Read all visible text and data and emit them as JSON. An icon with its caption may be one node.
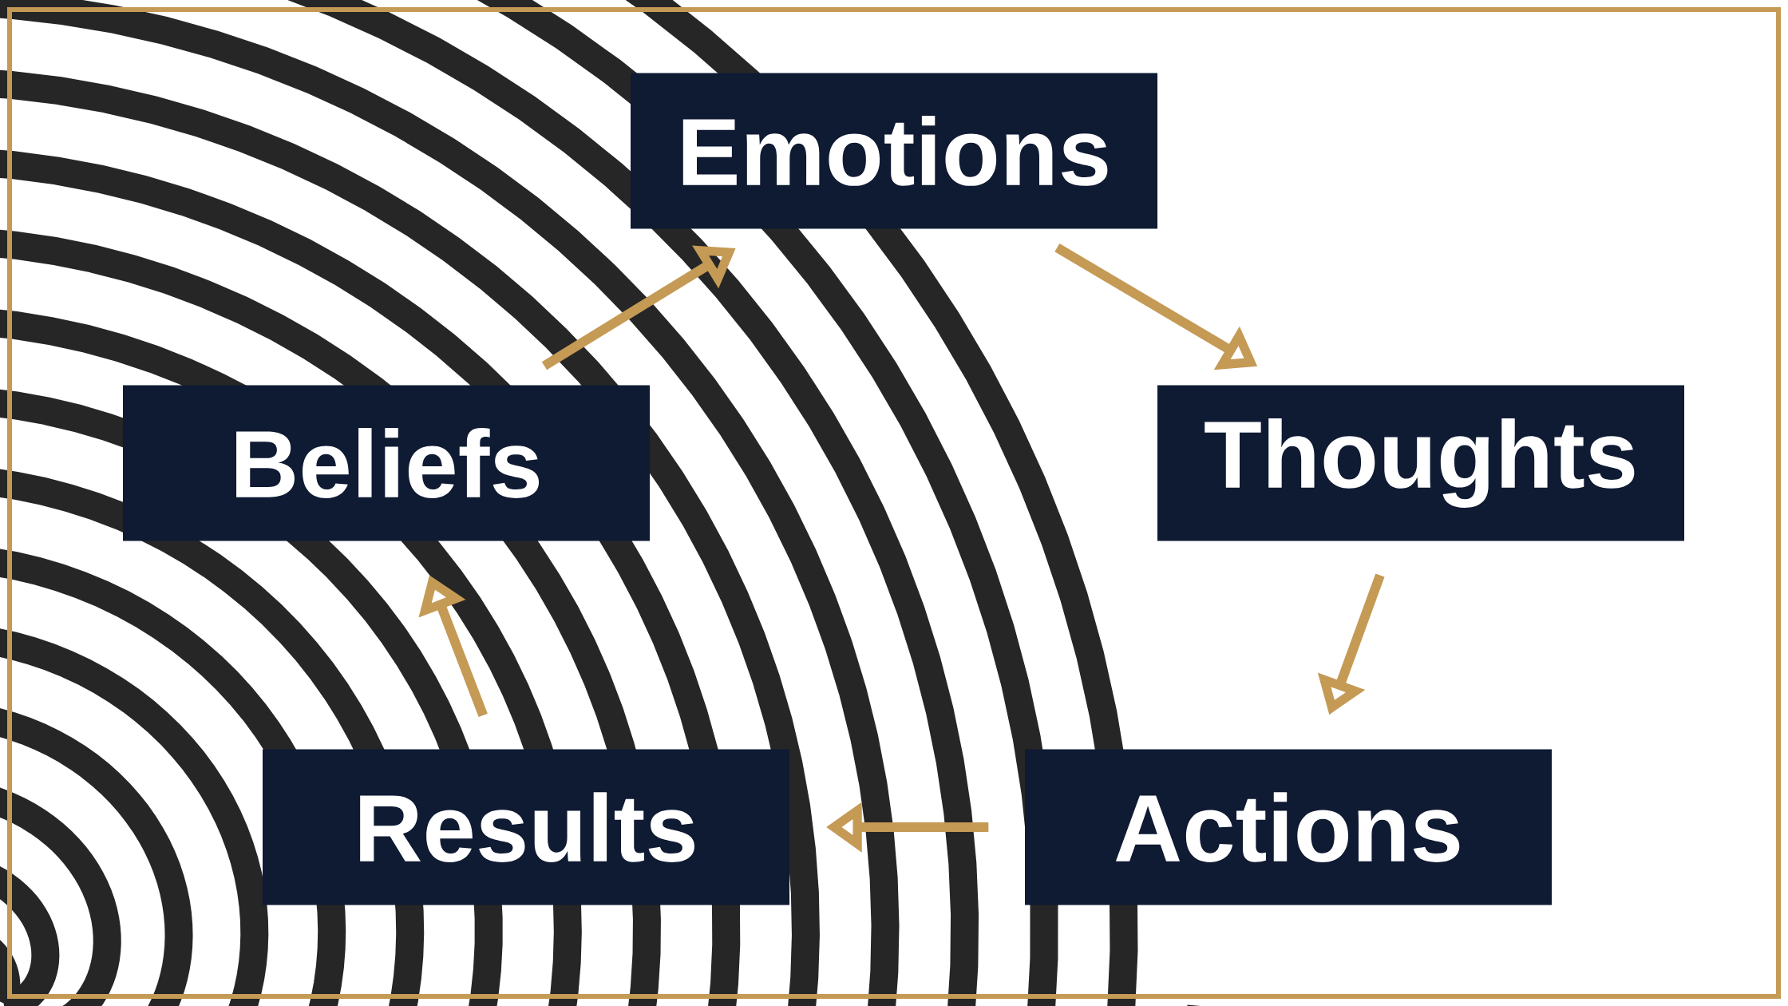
{
  "diagram": {
    "nodes": [
      {
        "text": [
          "Emotions"
        ]
      },
      {
        "text": [
          "Beliefs"
        ]
      },
      {
        "text": [
          "Thoughts"
        ]
      },
      {
        "text": [
          "Results"
        ]
      },
      {
        "text": [
          "Actions"
        ]
      }
    ],
    "edges": [
      {
        "from": 1,
        "to": 0,
        "arrow": "to"
      },
      {
        "from": 0,
        "to": 2,
        "arrow": "to"
      },
      {
        "from": 2,
        "to": 4,
        "arrow": "to"
      },
      {
        "from": 4,
        "to": 3,
        "arrow": "to"
      },
      {
        "from": 3,
        "to": 1,
        "arrow": "to"
      }
    ]
  }
}
